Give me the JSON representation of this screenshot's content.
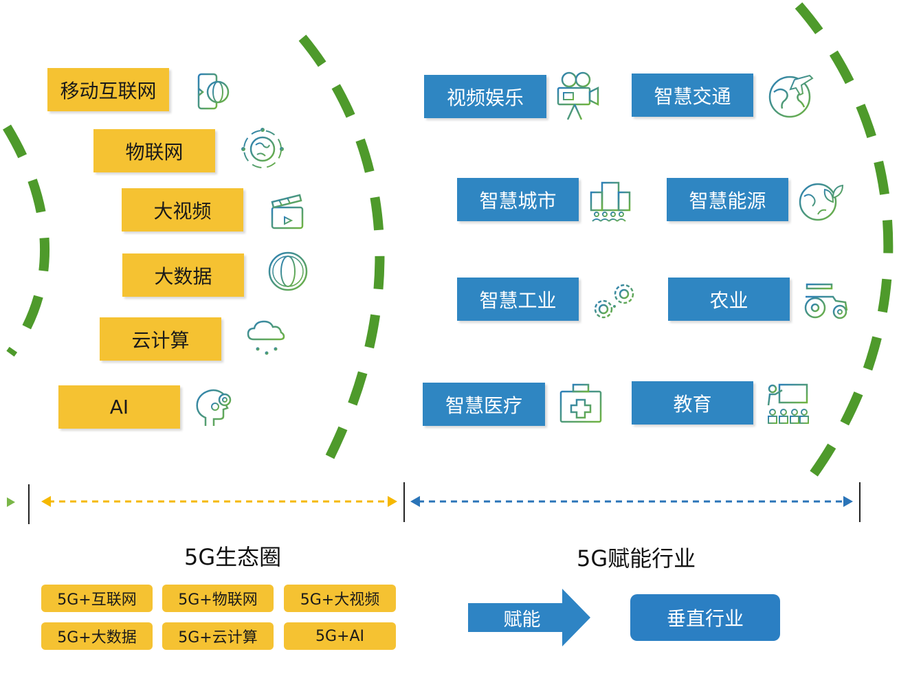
{
  "colors": {
    "yellow": "#f5c232",
    "blue": "#2f86c2",
    "green_dash": "#4e9a2b",
    "yellow_arrow": "#f5b800",
    "blue_arrow": "#2a74b8"
  },
  "ecosystem": {
    "items": [
      {
        "label": "移动互联网",
        "icon": "mobile-globe-icon"
      },
      {
        "label": "物联网",
        "icon": "iot-globe-icon"
      },
      {
        "label": "大视频",
        "icon": "clapperboard-icon"
      },
      {
        "label": "大数据",
        "icon": "data-globe-icon"
      },
      {
        "label": "云计算",
        "icon": "cloud-circuit-icon"
      },
      {
        "label": "AI",
        "icon": "ai-head-gear-icon"
      }
    ],
    "section_label": "5G生态圈",
    "pills": [
      "5G+互联网",
      "5G+物联网",
      "5G+大视频",
      "5G+大数据",
      "5G+云计算",
      "5G+AI"
    ]
  },
  "industries": {
    "items": [
      {
        "label": "视频娱乐",
        "icon": "video-camera-icon"
      },
      {
        "label": "智慧交通",
        "icon": "plane-globe-icon"
      },
      {
        "label": "智慧城市",
        "icon": "city-building-icon"
      },
      {
        "label": "智慧能源",
        "icon": "plant-globe-icon"
      },
      {
        "label": "智慧工业",
        "icon": "gears-icon"
      },
      {
        "label": "农业",
        "icon": "tractor-icon"
      },
      {
        "label": "智慧医疗",
        "icon": "medical-kit-icon"
      },
      {
        "label": "教育",
        "icon": "classroom-icon"
      }
    ],
    "section_label": "5G赋能行业",
    "arrow_label": "赋能",
    "target_label": "垂直行业"
  }
}
